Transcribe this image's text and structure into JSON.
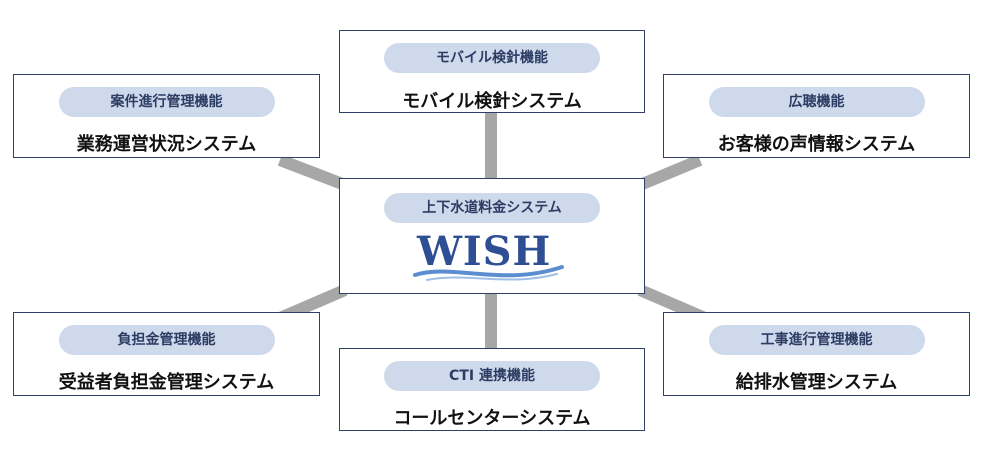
{
  "diagram": {
    "center": {
      "tag": "上下水道料金システム",
      "logo": "WISH"
    },
    "nodes": {
      "top": {
        "tag": "モバイル検針機能",
        "title": "モバイル検針システム"
      },
      "top_left": {
        "tag": "案件進行管理機能",
        "title": "業務運営状況システム"
      },
      "top_right": {
        "tag": "広聴機能",
        "title": "お客様の声情報システム"
      },
      "bottom_left": {
        "tag": "負担金管理機能",
        "title": "受益者負担金管理システム"
      },
      "bottom": {
        "tag": "CTI 連携機能",
        "title": "コールセンターシステム"
      },
      "bottom_right": {
        "tag": "工事進行管理機能",
        "title": "給排水管理システム"
      }
    },
    "colors": {
      "border": "#2f3f6a",
      "pill": "#cfd9ec",
      "pill_text": "#2d3c63",
      "connector": "#a7a7a7",
      "logo": "#2e4f93",
      "wave": "#5b8ed0"
    }
  }
}
